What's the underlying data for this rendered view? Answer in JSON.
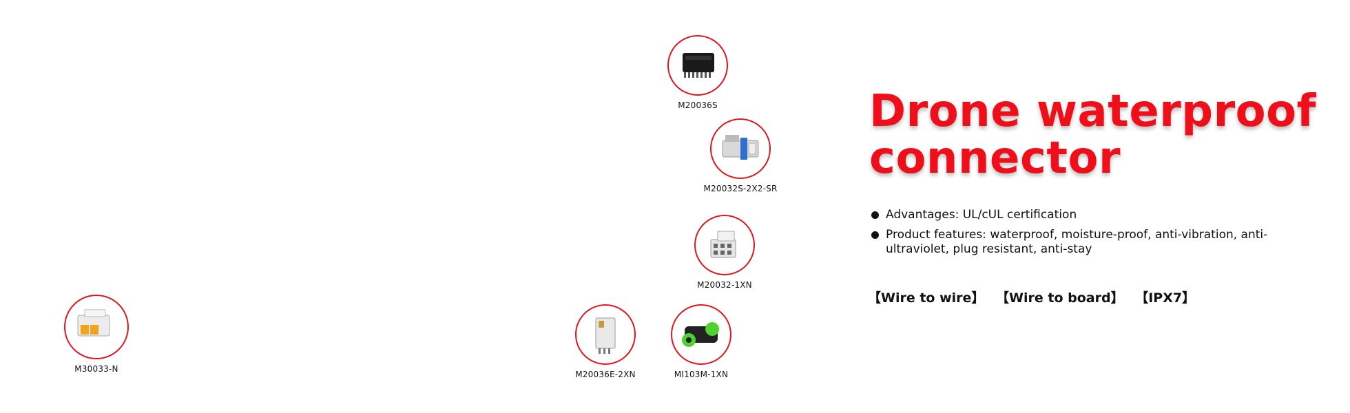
{
  "products": [
    {
      "id": "m20036s",
      "label": "M20036S"
    },
    {
      "id": "m20032s",
      "label": "M20032S-2X2-SR"
    },
    {
      "id": "m20032-1xn",
      "label": "M20032-1XN"
    },
    {
      "id": "m30033",
      "label": "M30033-N"
    },
    {
      "id": "m20036e",
      "label": "M20036E-2XN"
    },
    {
      "id": "mi103m",
      "label": "MI103M-1XN"
    }
  ],
  "heading": {
    "line1": "Drone waterproof",
    "line2": "connector"
  },
  "features": [
    "Advantages: UL/cUL certification",
    "Product features: waterproof, moisture-proof, anti-vibration, anti-ultraviolet, plug resistant, anti-stay"
  ],
  "tags": [
    "【Wire to wire】",
    "【Wire to board】",
    "【IPX7】"
  ],
  "colors": {
    "accent": "#ee0f1b",
    "ring": "#e1141c"
  },
  "icons": [
    "black-connector-icon",
    "white-blue-connector-icon",
    "white-connector-icon",
    "orange-connector-icon",
    "gray-connector-icon",
    "green-connector-icon"
  ]
}
